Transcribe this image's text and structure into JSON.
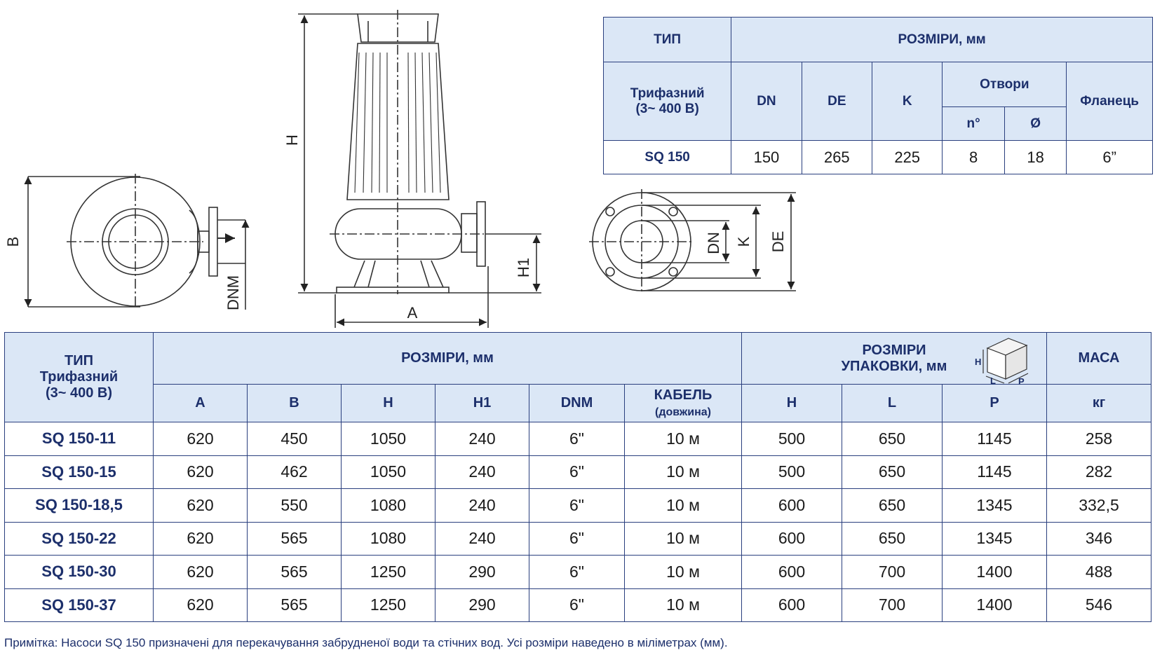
{
  "top_table": {
    "type_header": "ТИП",
    "dims_header": "РОЗМІРИ, мм",
    "type_sub_line1": "Трифазний",
    "type_sub_line2": "(3~ 400 В)",
    "cols": {
      "dn": "DN",
      "de": "DE",
      "k": "K",
      "holes": "Отвори",
      "n": "n°",
      "d": "Ø",
      "flange": "Фланець"
    },
    "row": {
      "type": "SQ 150",
      "dn": "150",
      "de": "265",
      "k": "225",
      "n": "8",
      "d": "18",
      "flange": "6”"
    }
  },
  "drawing_labels": {
    "b": "B",
    "dnm": "DNM",
    "h": "H",
    "h1": "H1",
    "a": "A",
    "dn": "DN",
    "k": "K",
    "de": "DE",
    "pkg_h": "H",
    "pkg_l": "L",
    "pkg_p": "P"
  },
  "main_table": {
    "type_line1": "ТИП",
    "type_line2": "Трифазний",
    "type_line3": "(3~ 400 В)",
    "dims_header": "РОЗМІРИ, мм",
    "pack_line1": "РОЗМІРИ",
    "pack_line2": "УПАКОВКИ, мм",
    "mass_header": "МАСА",
    "cols": {
      "a": "A",
      "b": "B",
      "h": "H",
      "h1": "H1",
      "dnm": "DNM",
      "cable1": "КАБЕЛЬ",
      "cable2": "(довжина)",
      "ph": "H",
      "pl": "L",
      "pp": "P",
      "kg": "кг"
    },
    "rows": [
      {
        "type": "SQ 150-11",
        "a": "620",
        "b": "450",
        "h": "1050",
        "h1": "240",
        "dnm": "6\"",
        "cable": "10 м",
        "ph": "500",
        "pl": "650",
        "pp": "1145",
        "mass": "258"
      },
      {
        "type": "SQ 150-15",
        "a": "620",
        "b": "462",
        "h": "1050",
        "h1": "240",
        "dnm": "6\"",
        "cable": "10 м",
        "ph": "500",
        "pl": "650",
        "pp": "1145",
        "mass": "282"
      },
      {
        "type": "SQ 150-18,5",
        "a": "620",
        "b": "550",
        "h": "1080",
        "h1": "240",
        "dnm": "6\"",
        "cable": "10 м",
        "ph": "600",
        "pl": "650",
        "pp": "1345",
        "mass": "332,5"
      },
      {
        "type": "SQ 150-22",
        "a": "620",
        "b": "565",
        "h": "1080",
        "h1": "240",
        "dnm": "6\"",
        "cable": "10 м",
        "ph": "600",
        "pl": "650",
        "pp": "1345",
        "mass": "346"
      },
      {
        "type": "SQ 150-30",
        "a": "620",
        "b": "565",
        "h": "1250",
        "h1": "290",
        "dnm": "6\"",
        "cable": "10 м",
        "ph": "600",
        "pl": "700",
        "pp": "1400",
        "mass": "488"
      },
      {
        "type": "SQ 150-37",
        "a": "620",
        "b": "565",
        "h": "1250",
        "h1": "290",
        "dnm": "6\"",
        "cable": "10 м",
        "ph": "600",
        "pl": "700",
        "pp": "1400",
        "mass": "546"
      }
    ]
  },
  "note": "Примітка: Насоси SQ 150 призначені для перекачування забрудненої води та стічних вод. Усі розміри наведено в міліметрах (мм)."
}
